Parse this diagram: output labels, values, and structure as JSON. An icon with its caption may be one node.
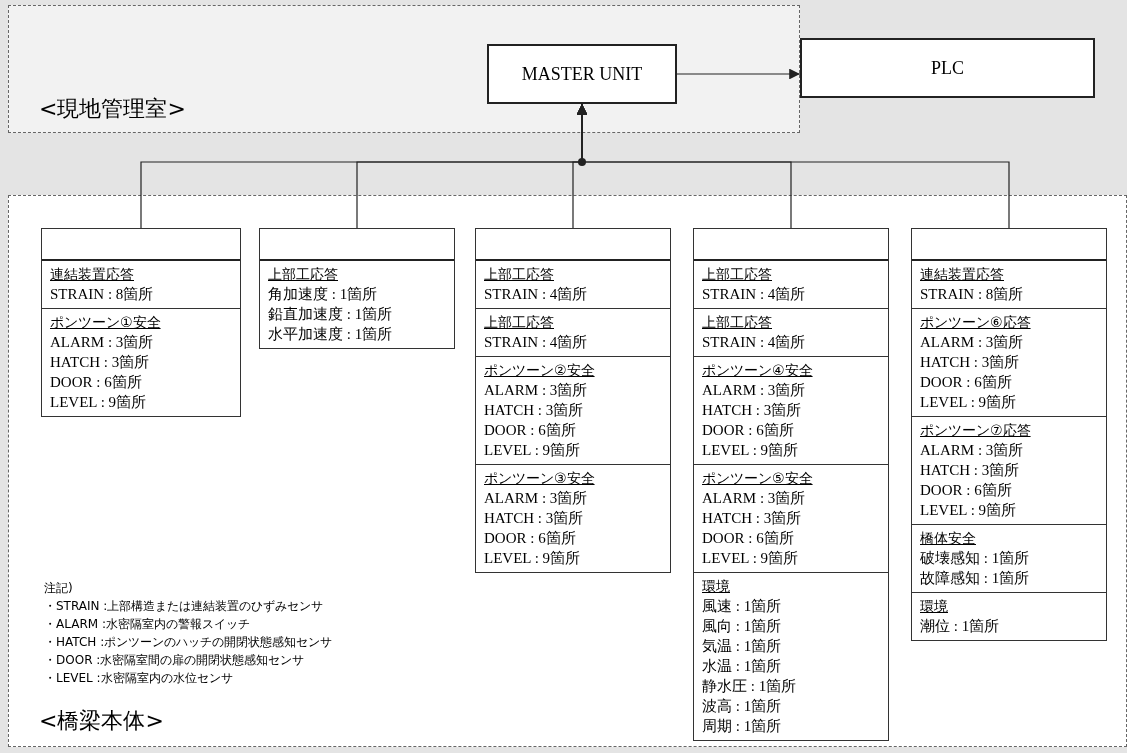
{
  "diagram": {
    "nodes": [
      {
        "text": [
          "<現地管理室>"
        ]
      },
      {
        "text": [
          "MASTER UNIT"
        ],
        "in": 0
      },
      {
        "text": [
          "PLC"
        ]
      },
      {
        "text": [
          "<橋梁本体>"
        ]
      },
      {
        "text": [],
        "shape": "box",
        "in": 3
      },
      {
        "text": [
          "連結装置応答",
          "STRAIN : 8箇所"
        ],
        "in": 4
      },
      {
        "text": [
          "ポンツーン①安全",
          "ALARM : 3箇所",
          "HATCH : 3箇所",
          "DOOR : 6箇所",
          "LEVEL : 9箇所"
        ],
        "in": 4
      },
      {
        "text": [],
        "shape": "box",
        "in": 3
      },
      {
        "text": [
          "上部工応答",
          "角加速度 : 1箇所",
          "鉛直加速度 : 1箇所",
          "水平加速度 : 1箇所"
        ],
        "in": 7
      },
      {
        "text": [],
        "shape": "box",
        "in": 3
      },
      {
        "text": [
          "上部工応答",
          "STRAIN : 4箇所"
        ],
        "in": 9
      },
      {
        "text": [
          "上部工応答",
          "STRAIN : 4箇所"
        ],
        "in": 9
      },
      {
        "text": [
          "ポンツーン②安全",
          "ALARM : 3箇所",
          "HATCH : 3箇所",
          "DOOR : 6箇所",
          "LEVEL : 9箇所"
        ],
        "in": 9
      },
      {
        "text": [
          "ポンツーン③安全",
          "ALARM : 3箇所",
          "HATCH : 3箇所",
          "DOOR : 6箇所",
          "LEVEL : 9箇所"
        ],
        "in": 9
      },
      {
        "text": [],
        "shape": "box",
        "in": 3
      },
      {
        "text": [
          "上部工応答",
          "STRAIN : 4箇所"
        ],
        "in": 14
      },
      {
        "text": [
          "上部工応答",
          "STRAIN : 4箇所"
        ],
        "in": 14
      },
      {
        "text": [
          "ポンツーン④安全",
          "ALARM : 3箇所",
          "HATCH : 3箇所",
          "DOOR : 6箇所",
          "LEVEL : 9箇所"
        ],
        "in": 14
      },
      {
        "text": [
          "ポンツーン⑤安全",
          "ALARM : 3箇所",
          "HATCH : 3箇所",
          "DOOR : 6箇所",
          "LEVEL : 9箇所"
        ],
        "in": 14
      },
      {
        "text": [
          "環境",
          "風速 : 1箇所",
          "風向 : 1箇所",
          "気温 : 1箇所",
          "水温 : 1箇所",
          "静水圧 : 1箇所",
          "波高 : 1箇所",
          "周期 : 1箇所"
        ],
        "in": 14
      },
      {
        "text": [],
        "shape": "box",
        "in": 3
      },
      {
        "text": [
          "連結装置応答",
          "STRAIN : 8箇所"
        ],
        "in": 20
      },
      {
        "text": [
          "ポンツーン⑥応答",
          "ALARM : 3箇所",
          "HATCH : 3箇所",
          "DOOR : 6箇所",
          "LEVEL : 9箇所"
        ],
        "in": 20
      },
      {
        "text": [
          "ポンツーン⑦応答",
          "ALARM : 3箇所",
          "HATCH : 3箇所",
          "DOOR : 6箇所",
          "LEVEL : 9箇所"
        ],
        "in": 20
      },
      {
        "text": [
          "橋体安全",
          "破壊感知 : 1箇所",
          "故障感知 : 1箇所"
        ],
        "in": 20
      },
      {
        "text": [
          "環境",
          "潮位 : 1箇所"
        ],
        "in": 20
      }
    ],
    "edges": [
      {
        "from": 1,
        "to": 2,
        "arrow": "to"
      },
      {
        "from": 4,
        "to": 1,
        "arrow": "to"
      },
      {
        "from": 7,
        "to": 1,
        "arrow": "to"
      },
      {
        "from": 9,
        "to": 1,
        "arrow": "to"
      },
      {
        "from": 14,
        "to": 1,
        "arrow": "to"
      },
      {
        "from": 20,
        "to": 1,
        "arrow": "to"
      }
    ],
    "labels": [
      "注記)",
      "・STRAIN :上部構造または連結装置のひずみセンサ",
      "・ALARM :水密隔室内の警報スイッチ",
      "・HATCH :ポンツーンのハッチの開閉状態感知センサ",
      "・DOOR :水密隔室間の扉の開閉状態感知センサ",
      "・LEVEL :水密隔室内の水位センサ"
    ]
  }
}
